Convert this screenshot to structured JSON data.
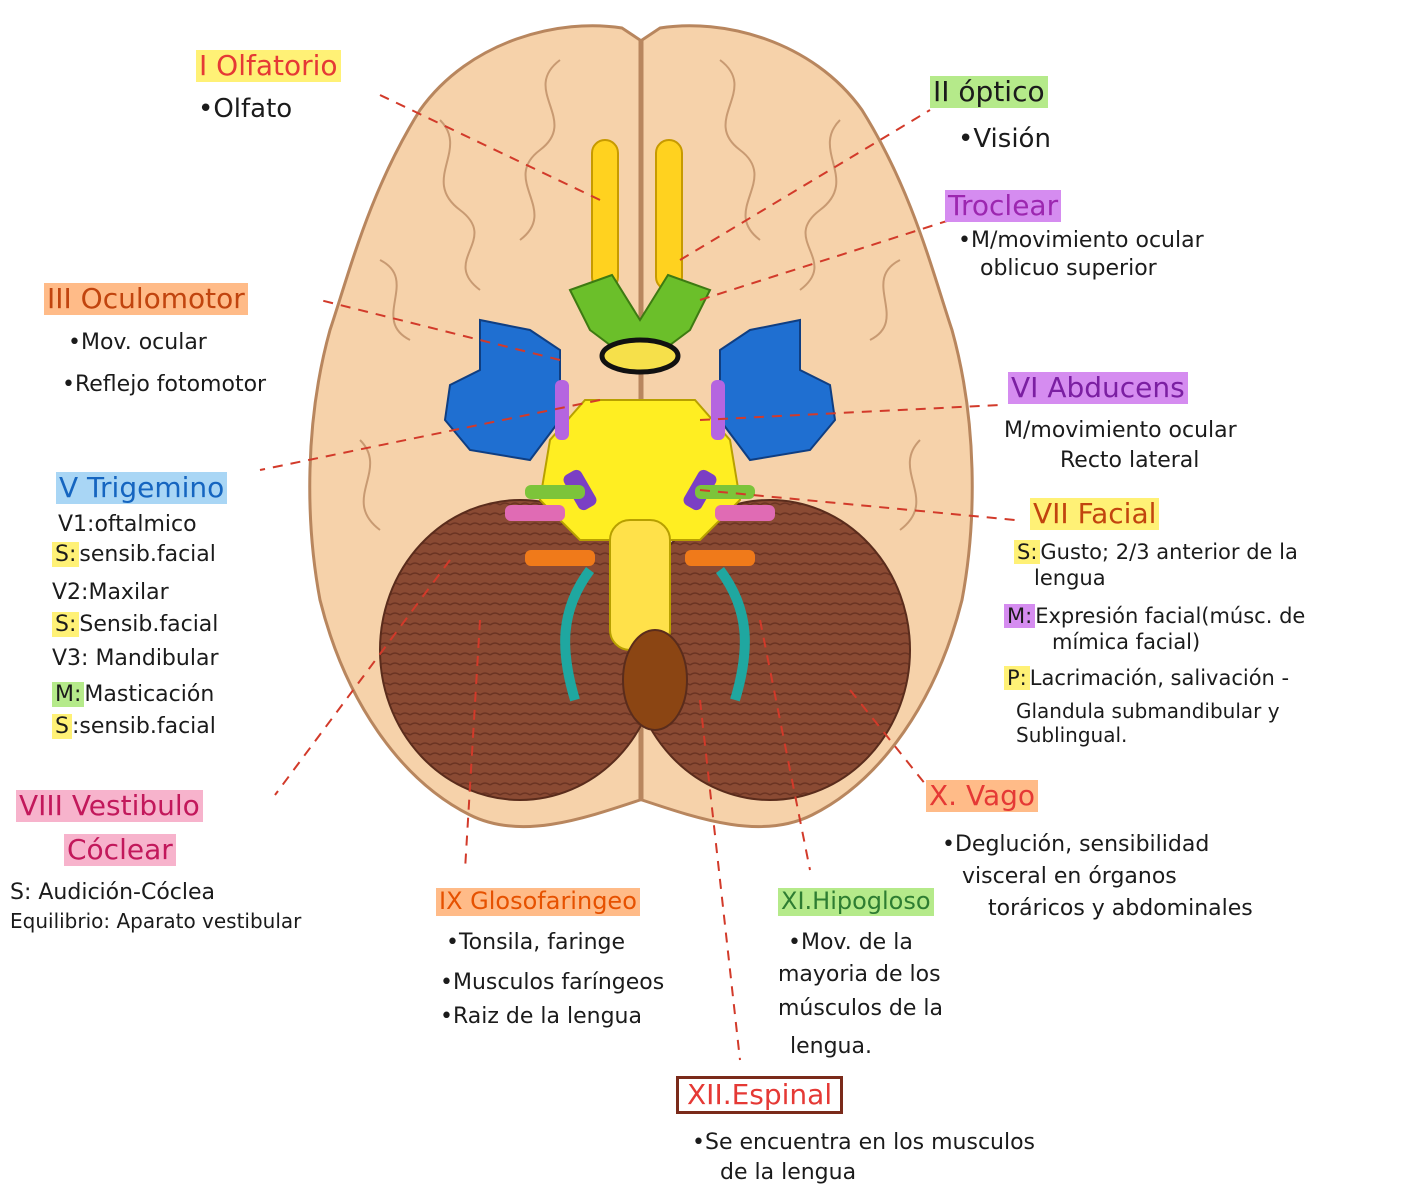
{
  "colors": {
    "yellow": "#fff176",
    "green": "#b5ea8a",
    "purple": "#d58cf0",
    "blue": "#a9d6f5",
    "pink": "#f7b3cc",
    "orange": "#ffbb88",
    "red_text": "#e53935",
    "brown_text": "#7a2a1a",
    "green_text": "#2e7d32",
    "purple_text": "#9c27b0"
  },
  "nerves": {
    "n1": {
      "title": "I  Olfatorio",
      "items": [
        "•Olfato"
      ]
    },
    "n2": {
      "title": "II óptico",
      "items": [
        "•Visión"
      ]
    },
    "n4": {
      "title": "Troclear",
      "items": [
        "•M/movimiento ocular",
        "oblicuo superior"
      ]
    },
    "n3": {
      "title": "III  Oculomotor",
      "items": [
        "•Mov. ocular",
        "•Reflejo fotomotor"
      ]
    },
    "n6": {
      "title": "VI Abducens",
      "items": [
        "M/movimiento ocular",
        "Recto lateral"
      ]
    },
    "n5": {
      "title": "V Trigemino",
      "v1": "V1:oftalmico",
      "v1s_key": "S:",
      "v1s_text": "sensib.facial",
      "v2": "V2:Maxilar",
      "v2s_key": "S:",
      "v2s_text": "Sensib.facial",
      "v3": "V3: Mandibular",
      "v3m_key": "M:",
      "v3m_text": "Masticación",
      "v3s_key": "S",
      "v3s_text": ":sensib.facial"
    },
    "n7": {
      "title": "VII Facial",
      "s_key": "S:",
      "s_text": "Gusto; 2/3 anterior de la",
      "s_text2": "lengua",
      "m_key": "M:",
      "m_text": "Expresión facial(músc. de",
      "m_text2": "mímica facial)",
      "p_key": "P:",
      "p_text": "Lacrimación, salivación -",
      "p_text2": "Glandula submandibular y",
      "p_text3": "Sublingual."
    },
    "n8": {
      "title": "VIII Vestibulo",
      "title2": "Cóclear",
      "items": [
        "S: Audición-Cóclea",
        "Equilibrio: Aparato vestibular"
      ]
    },
    "n10": {
      "title": "X. Vago",
      "items": [
        "•Deglución, sensibilidad",
        "visceral en órganos",
        "toráricos y abdominales"
      ]
    },
    "n9": {
      "title": "IX Glosofaringeo",
      "items": [
        "•Tonsila, faringe",
        "•Musculos faríngeos",
        "•Raiz de la lengua"
      ]
    },
    "n12": {
      "title": "XI.Hipogloso",
      "items": [
        "•Mov. de la",
        "mayoria de los",
        "músculos de la",
        "lengua."
      ]
    },
    "n11": {
      "title": "XII.Espinal",
      "items": [
        "•Se encuentra en los musculos",
        "de la lengua"
      ]
    }
  }
}
